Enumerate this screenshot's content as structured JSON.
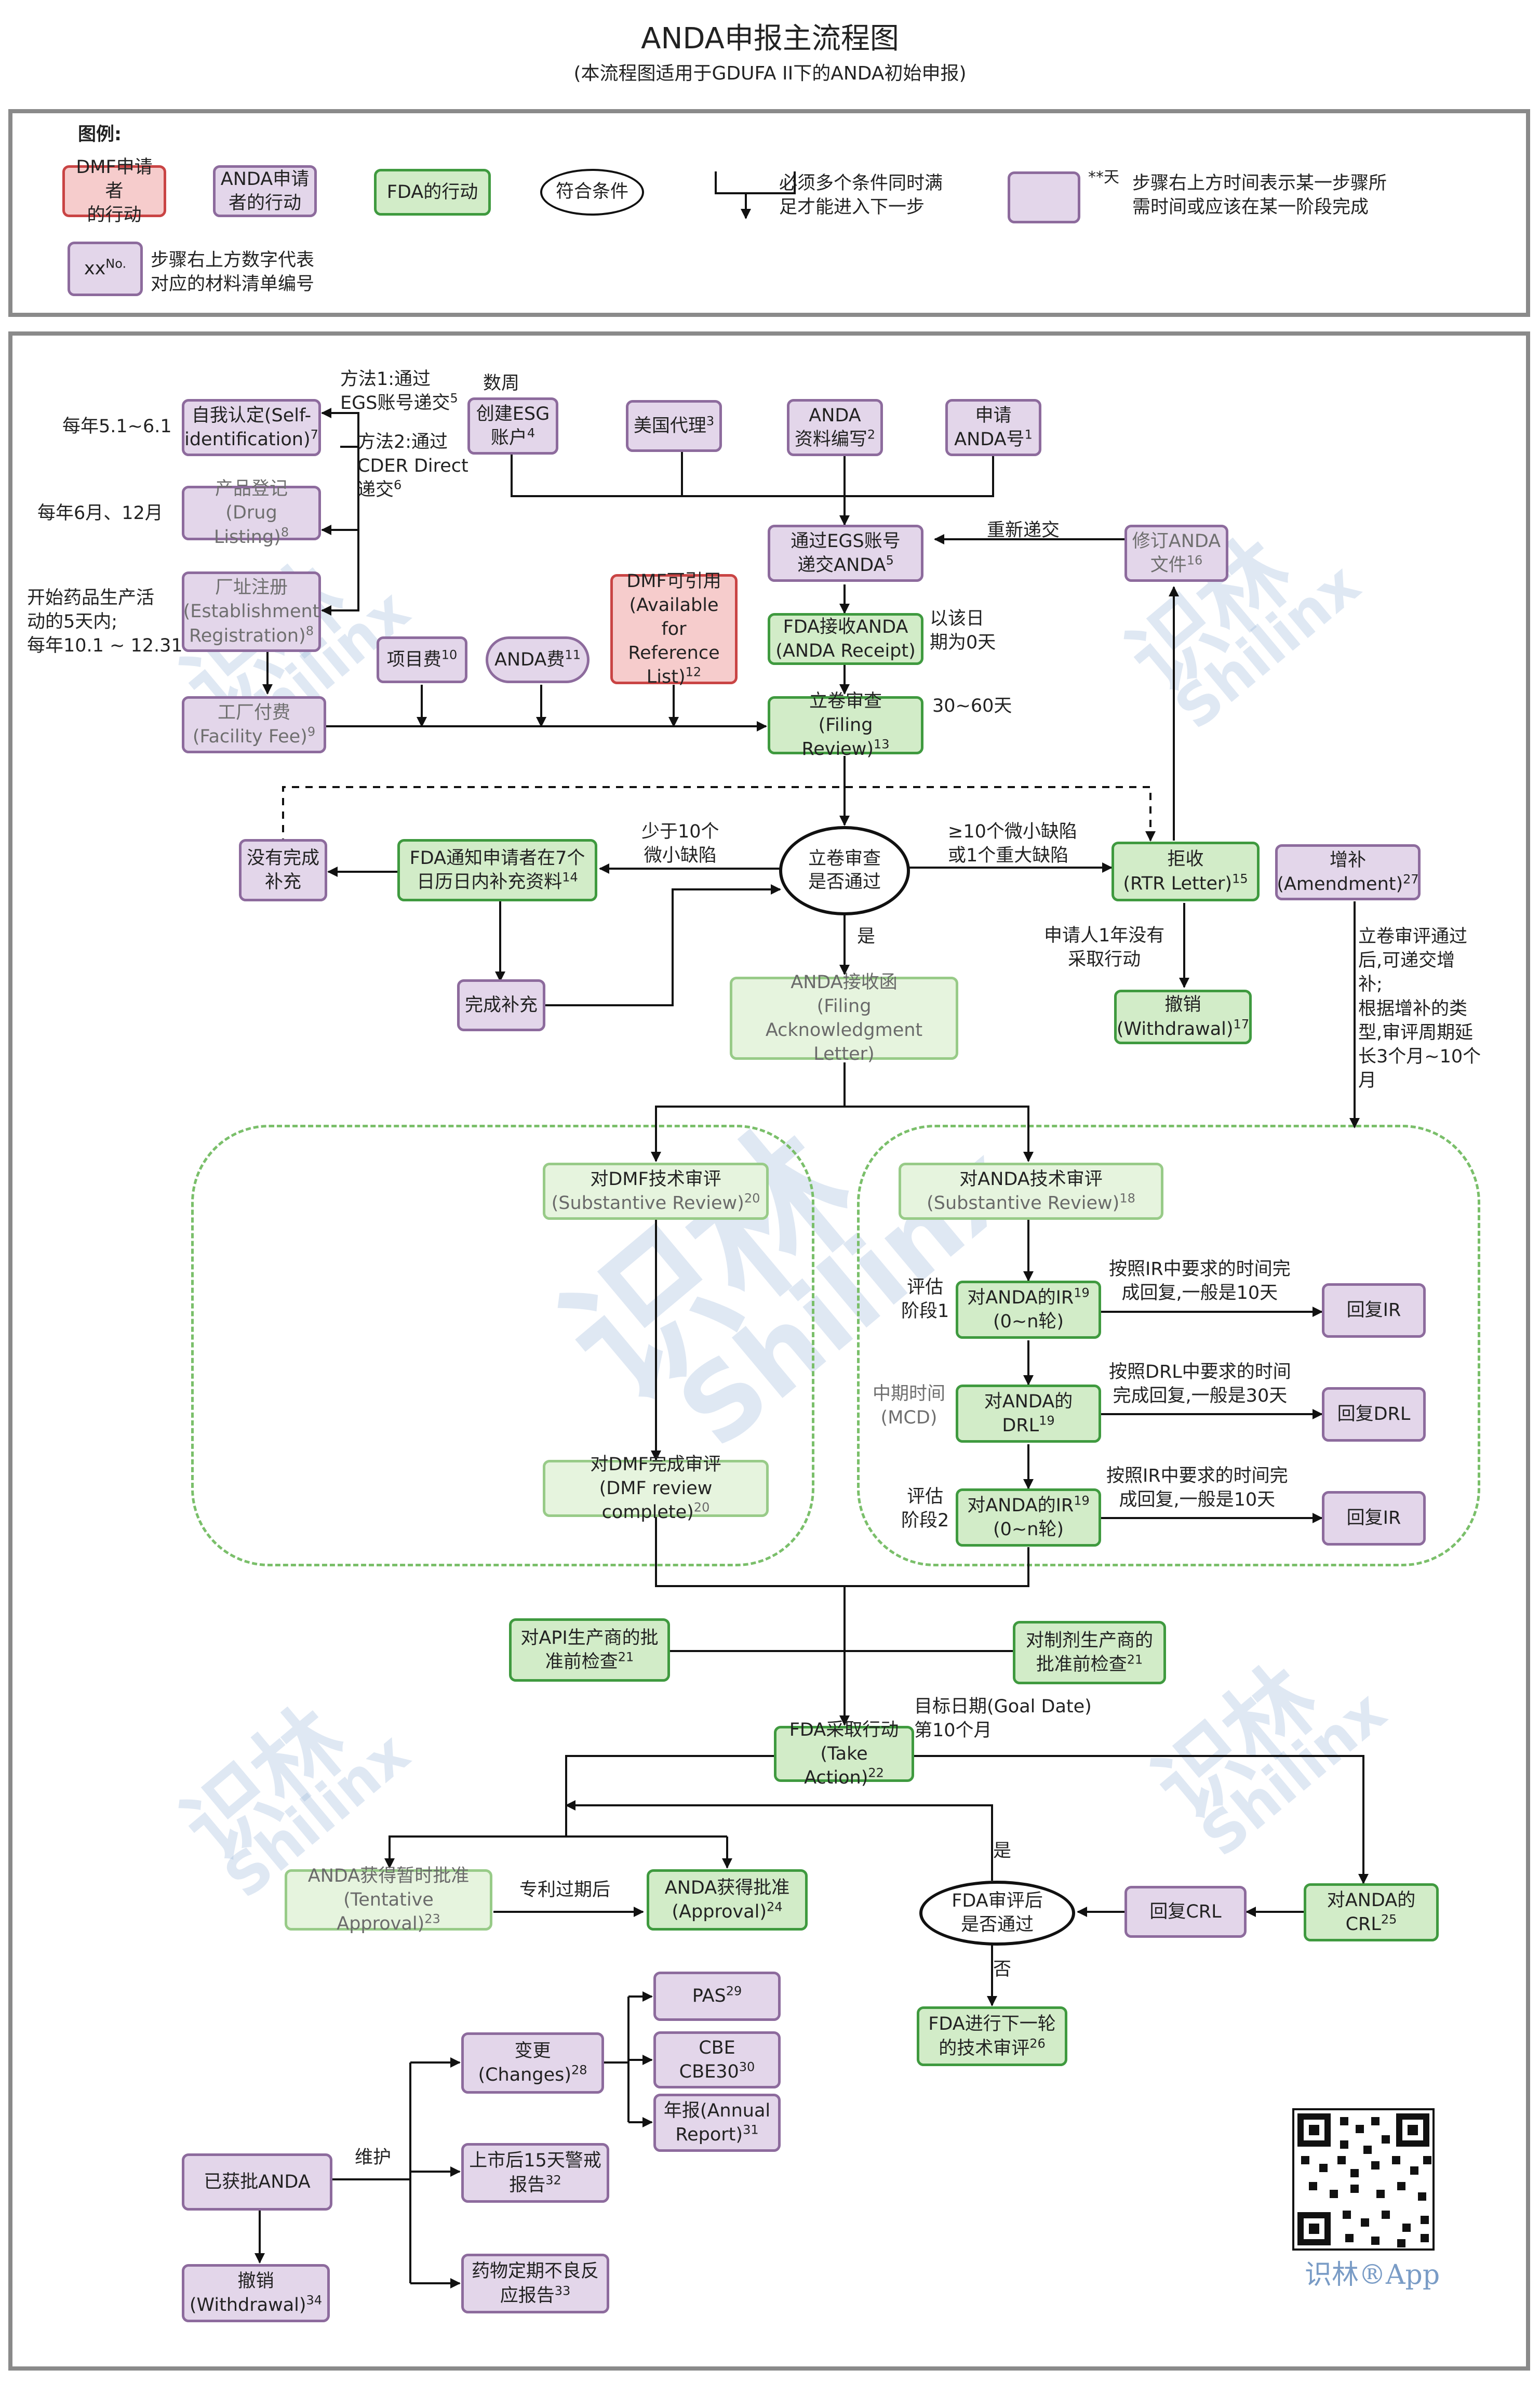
{
  "title": "ANDA申报主流程图",
  "subtitle": "(本流程图适用于GDUFA II下的ANDA初始申报)",
  "legend": {
    "heading": "图例:",
    "dmf_action": [
      "DMF申请者",
      "的行动"
    ],
    "anda_action": [
      "ANDA申请",
      "者的行动"
    ],
    "fda_action": "FDA的行动",
    "condition": "符合条件",
    "multi_condition": [
      "必须多个条件同时满",
      "足才能进入下一步"
    ],
    "time_mark": "**天",
    "time_desc": [
      "步骤右上方时间表示某一步骤所",
      "需时间或应该在某一阶段完成"
    ],
    "number_mark": "xx",
    "number_sup": "No.",
    "number_desc": [
      "步骤右上方数字代表",
      "对应的材料清单编号"
    ]
  },
  "nodes": {
    "self_id": {
      "l1": "自我认定(Self-",
      "l2": "identification)",
      "sup": "7"
    },
    "drug_listing": {
      "l1": "产品登记",
      "l2": "(Drug Listing)",
      "sup": "8"
    },
    "establishment": {
      "l1": "厂址注册",
      "l2": "(Establishment",
      "l3": "Registration)",
      "sup": "8"
    },
    "facility_fee": {
      "l1": "工厂付费",
      "l2": "(Facility Fee)",
      "sup": "9"
    },
    "create_esg": {
      "l1": "创建ESG",
      "l2": "账户",
      "sup": "4"
    },
    "us_agent": {
      "l1": "美国代理",
      "sup": "3"
    },
    "anda_compile": {
      "l1": "ANDA",
      "l2": "资料编写",
      "sup": "2"
    },
    "apply_anda_no": {
      "l1": "申请",
      "l2": "ANDA号",
      "sup": "1"
    },
    "submit_esg": {
      "l1": "通过EGS账号",
      "l2": "递交ANDA",
      "sup": "5"
    },
    "revise_anda": {
      "l1": "修订ANDA",
      "l2": "文件",
      "sup": "16"
    },
    "dmf_ref": {
      "l1": "DMF可引用",
      "l2": "(Available for",
      "l3": "Reference",
      "l4": "List)",
      "sup": "12"
    },
    "project_fee": {
      "l1": "项目费",
      "sup": "10"
    },
    "anda_fee": {
      "l1": "ANDA费",
      "sup": "11"
    },
    "fda_receipt": {
      "l1": "FDA接收ANDA",
      "l2": "(ANDA Receipt)"
    },
    "filing_review": {
      "l1": "立卷审查",
      "l2": "(Filing Review)",
      "sup": "13"
    },
    "not_complete": {
      "l1": "没有完成",
      "l2": "补充"
    },
    "fda_notify": {
      "l1": "FDA通知申请者在7个",
      "l2": "日历日内补充资料",
      "sup": "14"
    },
    "complete_supp": {
      "l1": "完成补充"
    },
    "filing_pass": {
      "l1": "立卷审查",
      "l2": "是否通过"
    },
    "reject": {
      "l1": "拒收",
      "l2": "(RTR Letter)",
      "sup": "15"
    },
    "withdrawal_rtr": {
      "l1": "撤销",
      "l2": "(Withdrawal)",
      "sup": "17"
    },
    "amendment": {
      "l1": "增补",
      "l2": "(Amendment)",
      "sup": "27"
    },
    "filing_ack": {
      "l1": "ANDA接收函",
      "l2": "(Filing Acknowledgment",
      "l3": "Letter)"
    },
    "dmf_sub_review": {
      "l1": "对DMF技术审评",
      "l2": "(Substantive Review)",
      "sup": "20"
    },
    "dmf_complete": {
      "l1": "对DMF完成审评",
      "l2": "(DMF review complete)",
      "sup": "20"
    },
    "anda_sub_review": {
      "l1": "对ANDA技术审评",
      "l2": "(Substantive Review)",
      "sup": "18"
    },
    "ir1": {
      "l1": "对ANDA的IR",
      "l2": "(0~n轮)",
      "sup": "19"
    },
    "drl": {
      "l1": "对ANDA的",
      "l2": "DRL",
      "sup": "19"
    },
    "ir2": {
      "l1": "对ANDA的IR",
      "l2": "(0~n轮)",
      "sup": "19"
    },
    "reply_ir1": {
      "l1": "回复IR"
    },
    "reply_drl": {
      "l1": "回复DRL"
    },
    "reply_ir2": {
      "l1": "回复IR"
    },
    "api_inspection": {
      "l1": "对API生产商的批",
      "l2": "准前检查",
      "sup": "21"
    },
    "product_inspection": {
      "l1": "对制剂生产商的",
      "l2": "批准前检查",
      "sup": "21"
    },
    "take_action": {
      "l1": "FDA采取行动",
      "l2": "(Take Action)",
      "sup": "22"
    },
    "tentative": {
      "l1": "ANDA获得暂时批准",
      "l2": "(Tentative Approval)",
      "sup": "23"
    },
    "approval": {
      "l1": "ANDA获得批准",
      "l2": "(Approval)",
      "sup": "24"
    },
    "review_pass": {
      "l1": "FDA审评后",
      "l2": "是否通过"
    },
    "reply_crl": {
      "l1": "回复CRL"
    },
    "crl": {
      "l1": "对ANDA的",
      "l2": "CRL",
      "sup": "25"
    },
    "next_round": {
      "l1": "FDA进行下一轮",
      "l2": "的技术审评",
      "sup": "26"
    },
    "changes": {
      "l1": "变更",
      "l2": "(Changes)",
      "sup": "28"
    },
    "pas": {
      "l1": "PAS",
      "sup": "29"
    },
    "cbe": {
      "l1": "CBE",
      "l2": "CBE30",
      "sup": "30"
    },
    "annual_report": {
      "l1": "年报(Annual",
      "l2": "Report)",
      "sup": "31"
    },
    "approved_anda": {
      "l1": "已获批ANDA"
    },
    "alert_15d": {
      "l1": "上市后15天警戒",
      "l2": "报告",
      "sup": "32"
    },
    "periodic_report": {
      "l1": "药物定期不良反",
      "l2": "应报告",
      "sup": "33"
    },
    "withdrawal_final": {
      "l1": "撤销",
      "l2": "(Withdrawal)",
      "sup": "34"
    }
  },
  "labels": {
    "yearly_may": "每年5.1~6.1",
    "june_dec": "每年6月、12月",
    "start_5days": [
      "开始药品生产活",
      "动的5天内;",
      "每年10.1 ~ 12.31"
    ],
    "method1": [
      "方法1:通过",
      "EGS账号递交"
    ],
    "method1_sup": "5",
    "method2": [
      "方法2:通过",
      "CDER Direct",
      "递交"
    ],
    "method2_sup": "6",
    "weeks": "数周",
    "resubmit": "重新递交",
    "day0": [
      "以该日",
      "期为0天"
    ],
    "days_30_60": "30~60天",
    "minor_lt10": [
      "少于10个",
      "微小缺陷"
    ],
    "major": [
      "≥10个微小缺陷",
      "或1个重大缺陷"
    ],
    "yes": "是",
    "no_action_1yr": [
      "申请人1年没有",
      "采取行动"
    ],
    "amend_note": [
      "立卷审评通过",
      "后,可递交增",
      "补;",
      "根据增补的类",
      "型,审评周期延",
      "长3个月~10个",
      "月"
    ],
    "phase1": [
      "评估",
      "阶段1"
    ],
    "mid_cycle": [
      "中期时间",
      "(MCD)"
    ],
    "phase2": [
      "评估",
      "阶段2"
    ],
    "ir1_time": [
      "按照IR中要求的时间完",
      "成回复,一般是10天"
    ],
    "drl_time": [
      "按照DRL中要求的时间",
      "完成回复,一般是30天"
    ],
    "ir2_time": [
      "按照IR中要求的时间完",
      "成回复,一般是10天"
    ],
    "goal_date": [
      "目标日期(Goal Date)",
      "第10个月"
    ],
    "patent_expiry": "专利过期后",
    "yes2": "是",
    "no2": "否",
    "maintain": "维护"
  },
  "watermark": {
    "cn": "识林",
    "en": "Shilinx",
    "app": "识林®App"
  },
  "colors": {
    "purple_fill": "#e3d6ea",
    "purple_border": "#8d6b9d",
    "green_fill": "#d2ecc8",
    "green_border": "#3f9a3f",
    "light_green_fill": "#e6f4de",
    "red_fill": "#f6cccc",
    "red_border": "#c94444"
  }
}
